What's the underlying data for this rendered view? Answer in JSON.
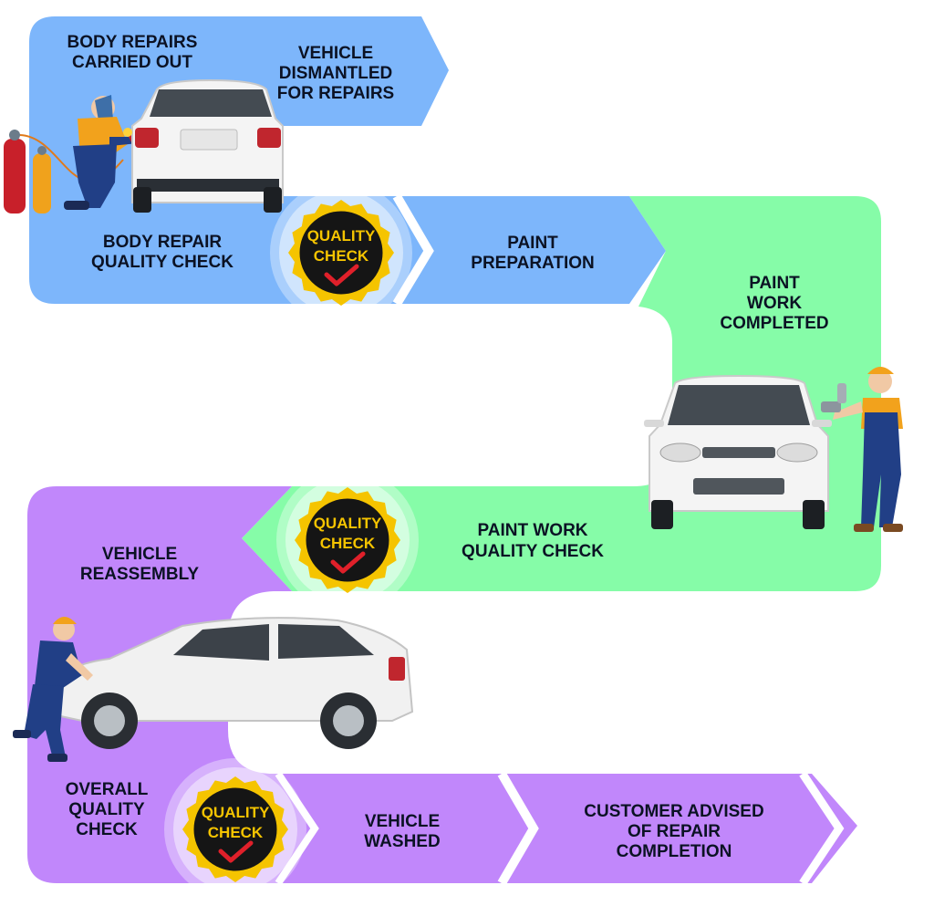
{
  "colors": {
    "blue": "#7db6fb",
    "blue_dark": "#5f9de6",
    "green": "#86fca8",
    "green_dark": "#6be88f",
    "purple": "#c187fb",
    "purple_dark": "#a86ef0",
    "badge_gold": "#f5c400",
    "badge_black": "#151515",
    "check_red": "#e0202a",
    "text": "#0b1224"
  },
  "steps": {
    "body_repairs": [
      "BODY REPAIRS",
      "CARRIED OUT"
    ],
    "vehicle_dismantled": [
      "VEHICLE",
      "DISMANTLED",
      "FOR REPAIRS"
    ],
    "body_repair_qc": [
      "BODY REPAIR",
      "QUALITY CHECK"
    ],
    "paint_preparation": [
      "PAINT",
      "PREPARATION"
    ],
    "paint_work_completed": [
      "PAINT",
      "WORK",
      "COMPLETED"
    ],
    "paint_work_qc": [
      "PAINT WORK",
      "QUALITY CHECK"
    ],
    "vehicle_reassembly": [
      "VEHICLE",
      "REASSEMBLY"
    ],
    "overall_qc": [
      "OVERALL",
      "QUALITY",
      "CHECK"
    ],
    "vehicle_washed": [
      "VEHICLE",
      "WASHED"
    ],
    "customer_advised": [
      "CUSTOMER ADVISED",
      "OF REPAIR",
      "COMPLETION"
    ]
  },
  "badge": [
    "QUALITY",
    "CHECK"
  ],
  "illustrations": [
    "welder-mechanic-icon",
    "painter-mechanic-icon",
    "assembler-mechanic-icon"
  ]
}
